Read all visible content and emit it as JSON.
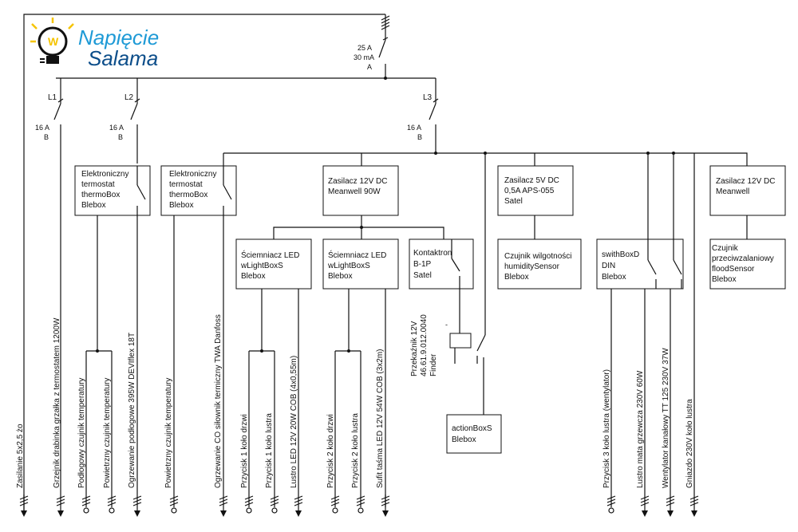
{
  "logo": {
    "line1": "Napięcie",
    "line2": "Salama",
    "bulb_letter": "W",
    "color_primary": "#1e9ad6",
    "color_secondary": "#0d4e8a",
    "color_accent": "#f5c400"
  },
  "rcd": {
    "rating": "25 A",
    "sensitivity": "30 mA",
    "type": "A"
  },
  "breakers": [
    {
      "name": "L1",
      "rating": "16 A",
      "curve": "B"
    },
    {
      "name": "L2",
      "rating": "16 A",
      "curve": "B"
    },
    {
      "name": "L3",
      "rating": "16 A",
      "curve": "B"
    }
  ],
  "boxes": {
    "thermo1": [
      "Elektroniczny",
      "termostat",
      "thermoBox",
      "Blebox"
    ],
    "thermo2": [
      "Elektroniczny",
      "termostat",
      "thermoBox",
      "Blebox"
    ],
    "psu12": [
      "Zasilacz 12V DC",
      "Meanwell 90W"
    ],
    "psu5": [
      "Zasilacz 5V DC",
      "0,5A APS-055",
      "Satel"
    ],
    "psu12b": [
      "Zasilacz 12V DC",
      "Meanwell"
    ],
    "dimmer1": [
      "Ściemniacz LED",
      "wLightBoxS",
      "Blebox"
    ],
    "dimmer2": [
      "Ściemniacz LED",
      "wLightBoxS",
      "Blebox"
    ],
    "kontaktron": [
      "Kontaktron",
      "B-1P",
      "Satel"
    ],
    "humidity": [
      "Czujnik wilgotności",
      "humiditySensor",
      "Blebox"
    ],
    "switchbox": [
      "swithBoxD",
      "DIN",
      "Blebox"
    ],
    "flood": [
      "Czujnik",
      "przeciwzalaniowy",
      "floodSensor",
      "Blebox"
    ],
    "action": [
      "actionBoxS",
      "Blebox"
    ]
  },
  "relay": [
    "Przekaźnik 12V",
    "46.61.9.012.0040",
    "Finder"
  ],
  "circuits": {
    "supply": "Zasilanie 5x2,5 żo",
    "ladder_heater": "Grzejnik drabinka grzałka z termostatem 1200W",
    "floor_sensor": "Podłogowy czujnik temperatury",
    "air_sensor1": "Powietrzny czujnik temperatury",
    "floor_heating": "Ogrzewanie podłogowe 395W DEVIflex 18T",
    "air_sensor2": "Powietrzny czujnik temperatury",
    "co_heating": "Ogrzewanie CO siłownik termiczny TWA Danfoss",
    "btn_door1": "Przycisk 1 koło drzwi",
    "btn_mirror1": "Przycisk 1 koło lustra",
    "mirror_led": "Lustro LED 12V 20W COB (4x0,55m)",
    "btn_door2": "Przycisk 2 koło drzwi",
    "btn_mirror2": "Przycisk 2 koło lustra",
    "ceiling_led": "Sufit taśma LED 12V 54W COB (3x2m)",
    "btn3": "Przycisk 3 koło lustra (wentylator)",
    "mirror_mat": "Lustro mata grzewcza 230V 60W",
    "fan": "Wentylator kanałowy TT 125 230V 37W",
    "socket": "Gniazdo 230V koło lustra"
  }
}
